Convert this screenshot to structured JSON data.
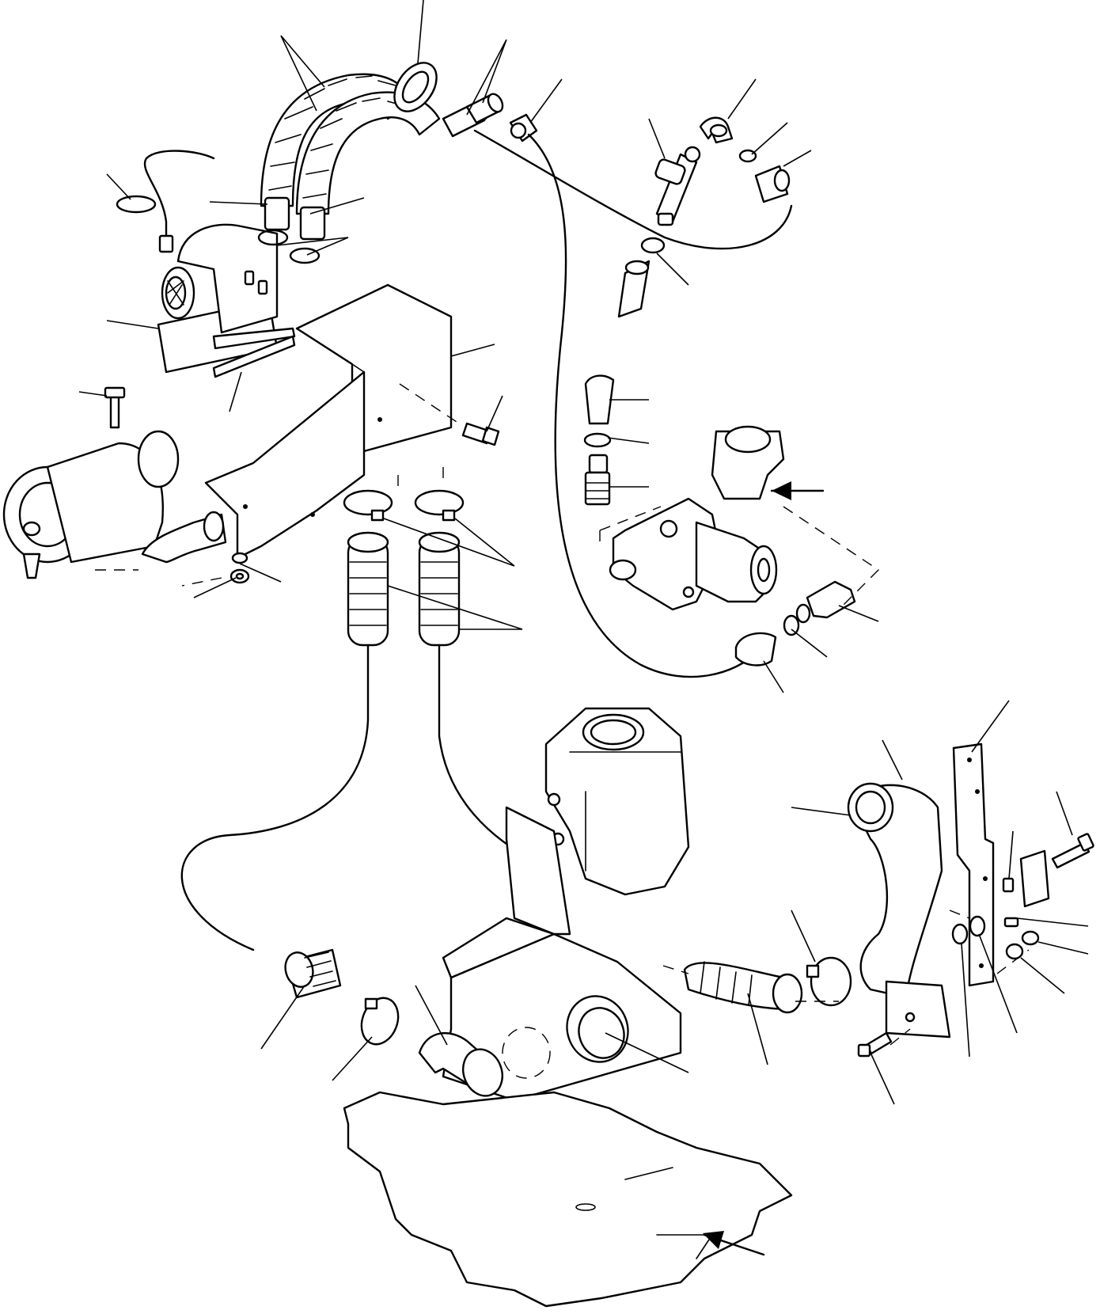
{
  "figure": {
    "kind": "exploded-parts-diagram",
    "background": "#ffffff",
    "ink": "#000000",
    "printed_text": []
  },
  "components": [
    {
      "id": "heater-unit",
      "icon": "heater-unit"
    },
    {
      "id": "heater-duct-cover",
      "icon": "duct-cover"
    },
    {
      "id": "insulated-heater-hoses",
      "icon": "wrapped-hose"
    },
    {
      "id": "grommet",
      "icon": "grommet"
    },
    {
      "id": "hose-clip",
      "icon": "clip"
    },
    {
      "id": "elbow-fitting",
      "icon": "elbow"
    },
    {
      "id": "tee-fitting",
      "icon": "tee"
    },
    {
      "id": "water-pump",
      "icon": "pump"
    },
    {
      "id": "alternator",
      "icon": "alternator"
    },
    {
      "id": "flexible-duct-hoses",
      "icon": "corrugated-hose"
    },
    {
      "id": "air-tank",
      "icon": "tank"
    },
    {
      "id": "outlet-elbow-duct",
      "icon": "duct-elbow"
    },
    {
      "id": "mounting-bracket",
      "icon": "bracket"
    },
    {
      "id": "floor-plate",
      "icon": "floor-plate"
    },
    {
      "id": "bolts-and-nuts",
      "icon": "bolt"
    }
  ],
  "callout_count": 34,
  "view_arrows": 2
}
